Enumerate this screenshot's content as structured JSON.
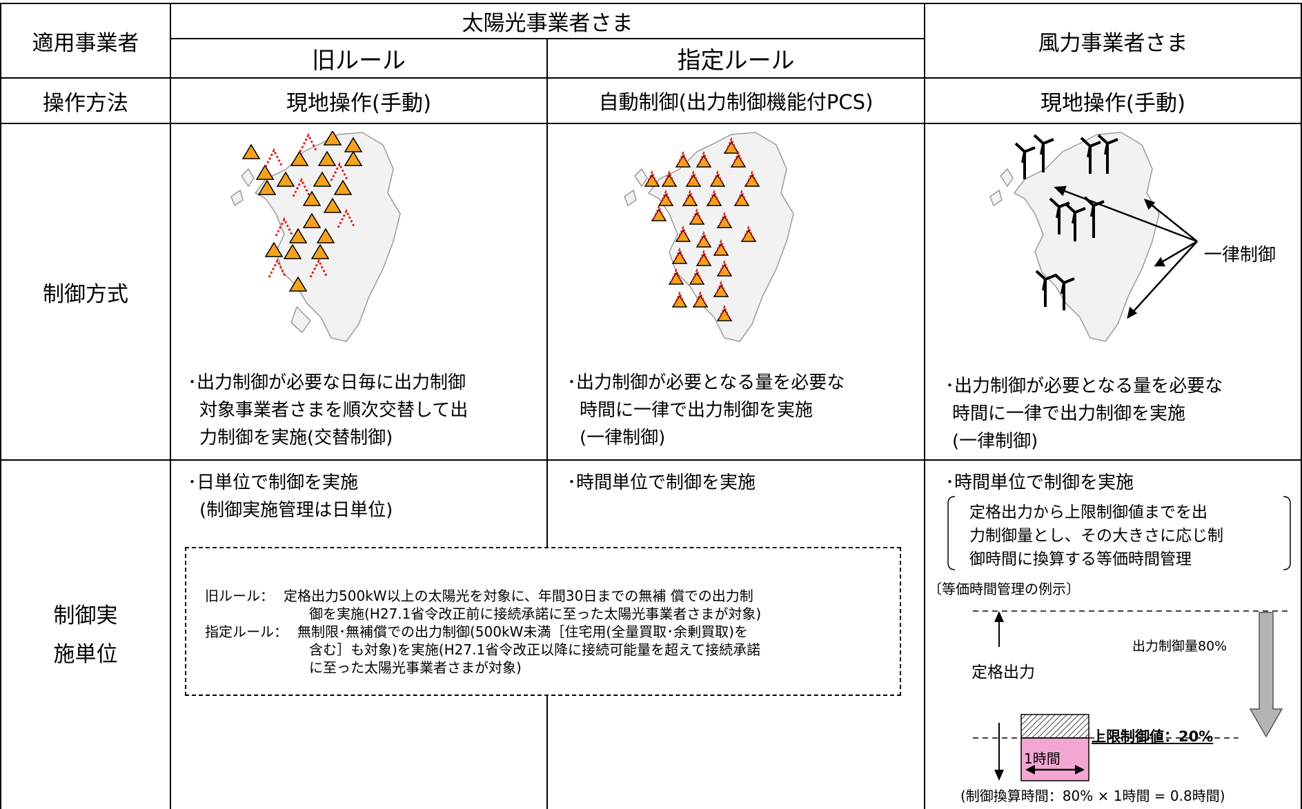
{
  "header": {
    "col0_label": "適用事業者",
    "solar_group": "太陽光事業者さま",
    "old_rule": "旧ルール",
    "designated_rule": "指定ルール",
    "wind": "風力事業者さま"
  },
  "operation_row": {
    "label": "操作方法",
    "old": "現地操作(手動)",
    "designated": "自動制御(出力制御機能付PCS)",
    "wind": "現地操作(手動)"
  },
  "method_row": {
    "label": "制御方式",
    "old_desc": [
      "･出力制御が必要な日毎に出力制御",
      "対象事業者さまを順次交替して出",
      "力制御を実施(交替制御)"
    ],
    "designated_desc": [
      "･出力制御が必要となる量を必要な",
      "時間に一律で出力制御を実施",
      "(一律制御)"
    ],
    "wind_desc": [
      "･出力制御が必要となる量を必要な",
      "時間に一律で出力制御を実施",
      "(一律制御)"
    ],
    "wind_callout": "一律制御"
  },
  "unit_row": {
    "label_line1": "制御実",
    "label_line2": "施単位",
    "old_desc": [
      "･日単位で制御を実施",
      "(制御実施管理は日単位)"
    ],
    "designated_desc": "･時間単位で制御を実施",
    "wind_desc": "･時間単位で制御を実施",
    "wind_detail": [
      "定格出力から上限制御値までを出",
      "力制御量とし、その大きさに応じ制",
      "御時間に換算する等価時間管理"
    ],
    "example_title": "〔等価時間管理の例示〕",
    "rated_output": "定格出力",
    "control_amount": "出力制御量80%",
    "upper_limit": "上限制御値：20%",
    "one_hour": "1時間",
    "conversion": "(制御換算時間：80% × 1時間 = 0.8時間)"
  },
  "rules_note": {
    "old_label": "旧ルール：",
    "old_line1": "定格出力500kW以上の太陽光を対象に、年間30日までの無補 償での出力制",
    "old_line2": "御を実施(H27.1省令改正前に接続承諾に至った太陽光事業者さまが対象)",
    "designated_label": "指定ルール：",
    "designated_line1": "無制限･無補償での出力制御(500kW未満［住宅用(全量買取･余剰買取)を",
    "designated_line2": "含む］も対象)を実施(H27.1省令改正以降に接続可能量を超えて接続承諾",
    "designated_line3": "に至った太陽光事業者さまが対象)"
  },
  "colors": {
    "triangle_fill": "#f5a21c",
    "dotted_red": "#e02020",
    "pink_box": "#f4a6d2",
    "arrow_gray": "#b4b4b4",
    "map_fill": "#f2f2f2",
    "map_stroke": "#9a9a9a"
  }
}
